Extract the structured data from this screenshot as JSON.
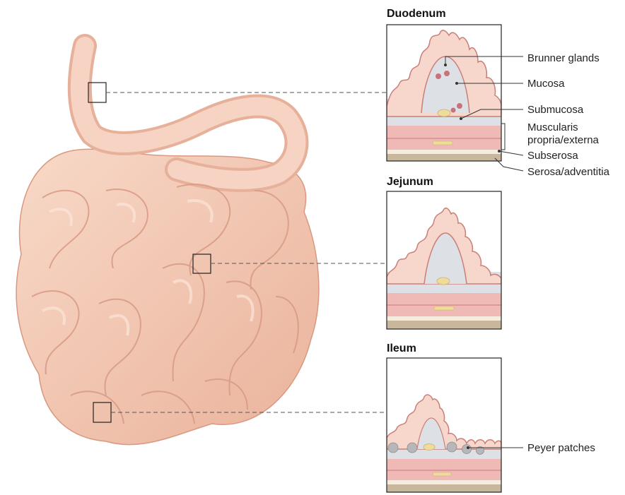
{
  "sections": {
    "duodenum": {
      "title": "Duodenum",
      "labels": {
        "brunner": "Brunner glands",
        "mucosa": "Mucosa",
        "submucosa": "Submucosa",
        "muscularis_1": "Muscularis",
        "muscularis_2": "propria/externa",
        "subserosa": "Subserosa",
        "serosa": "Serosa/adventitia"
      }
    },
    "jejunum": {
      "title": "Jejunum"
    },
    "ileum": {
      "title": "Ileum",
      "labels": {
        "peyer": "Peyer patches"
      }
    }
  },
  "colors": {
    "intestine": "#f3c9b6",
    "intestine_shadow": "#e2a48c",
    "mucosa": "#f7d7cb",
    "mucosa_edge": "#c97f78",
    "submucosa": "#dde0e4",
    "muscularis": "#efb9b6",
    "muscularis_dark": "#d98e8e",
    "subserosa": "#f5ece0",
    "serosa": "#c9b79d",
    "gland": "#c9727a",
    "peyer": "#b7b7b9",
    "fat": "#f0dc9a"
  }
}
